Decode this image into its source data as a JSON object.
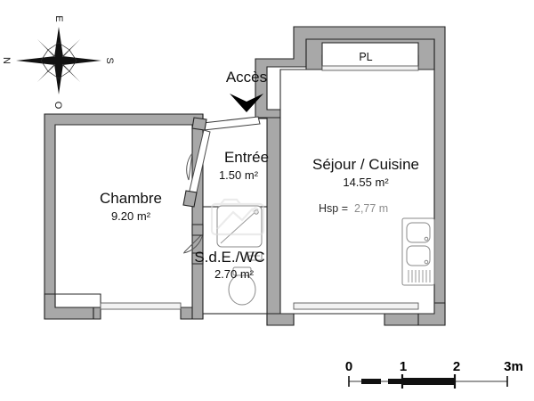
{
  "document": {
    "type": "floor-plan",
    "language": "fr"
  },
  "compass": {
    "name": "compass-rose",
    "letters": {
      "top": "E",
      "left": "N",
      "right": "S",
      "bottom": "O"
    }
  },
  "annotations": {
    "access_label": "Accès",
    "access_arrow": "down-arrow"
  },
  "rooms": [
    {
      "id": "chambre",
      "name": "Chambre",
      "area": "9.20 m²"
    },
    {
      "id": "entree",
      "name": "Entrée",
      "area": "1.50 m²"
    },
    {
      "id": "sde-wc",
      "name": "S.d.E./WC",
      "area": "2.70 m²"
    },
    {
      "id": "sejour-cuisine",
      "name": "Séjour / Cuisine",
      "area": "14.55 m²",
      "ceiling_label": "Hsp =",
      "ceiling_value": "2,77 m"
    }
  ],
  "closet": {
    "label": "PL"
  },
  "scale_bar": {
    "name": "scale-bar",
    "ticks": [
      "0",
      "1",
      "2",
      "3m"
    ]
  },
  "colors": {
    "wall_fill": "#a8a8a8",
    "wall_stroke": "#222222",
    "room_fill": "#ffffff",
    "text": "#101010",
    "muted_text": "#8d8d8d",
    "background": "#ffffff"
  }
}
